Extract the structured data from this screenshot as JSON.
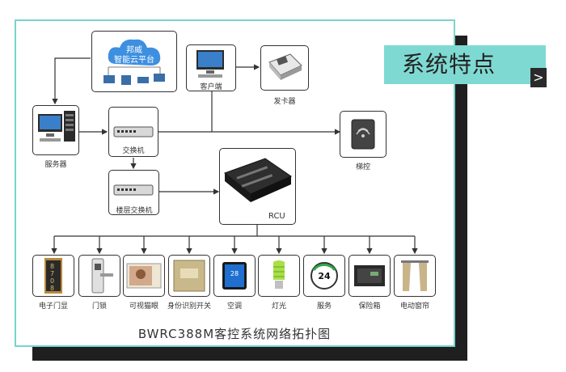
{
  "banner": {
    "title": "系统特点",
    "next_symbol": ">"
  },
  "cloud": {
    "line1": "邦威",
    "line2": "智能云平台"
  },
  "nodes": {
    "server": "服务器",
    "switch": "交换机",
    "floor_switch": "楼层交换机",
    "front_desk": "客户端",
    "card_issuer": "发卡器",
    "elevator": "梯控",
    "rcu": "RCU"
  },
  "devices": [
    "电子门显",
    "门锁",
    "可视猫眼",
    "身份识别开关",
    "空调",
    "灯光",
    "服务",
    "保险箱",
    "电动窗帘"
  ],
  "doorplate_digits": "8708",
  "thermostat_reading": "28",
  "service_hours": "24",
  "caption": "BWRC388M客控系统网络拓扑图"
}
